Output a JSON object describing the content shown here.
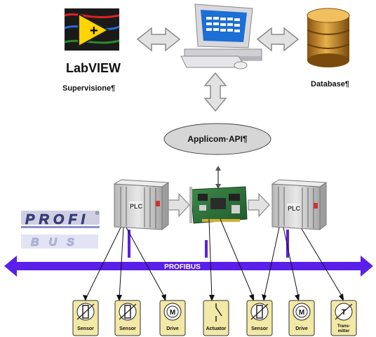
{
  "top": {
    "labview_word": "LabVIEW",
    "supervisione_label": "Supervisione¶",
    "database_label": "Database¶",
    "api_label": "Applicom·API¶"
  },
  "logos": {
    "profi_text": "PROFI",
    "bus_text": "BUS",
    "registered_mark": "®",
    "plc_left": "PLC",
    "plc_right": "PLC"
  },
  "bus": {
    "label": "PROFIBUS",
    "color": "#5a1fe8"
  },
  "devices": [
    {
      "caption": "Sensor",
      "icon": "resistor-icon"
    },
    {
      "caption": "Sensor",
      "icon": "resistor-icon"
    },
    {
      "caption": "Drive",
      "icon": "motor-icon"
    },
    {
      "caption": "Actuator",
      "icon": "switch-icon"
    },
    {
      "caption": "Sensor",
      "icon": "resistor-icon"
    },
    {
      "caption": "Drive",
      "icon": "motor-icon"
    },
    {
      "caption": "Trans-\nmitter",
      "icon": "transmitter-icon"
    }
  ],
  "colors": {
    "arrow_fill": "#e2e2e2",
    "arrow_stroke": "#8a8a8a",
    "device_fill": "#f3e9a6",
    "database_gold": "#c98a2a",
    "labview_yellow": "#ffd400"
  }
}
